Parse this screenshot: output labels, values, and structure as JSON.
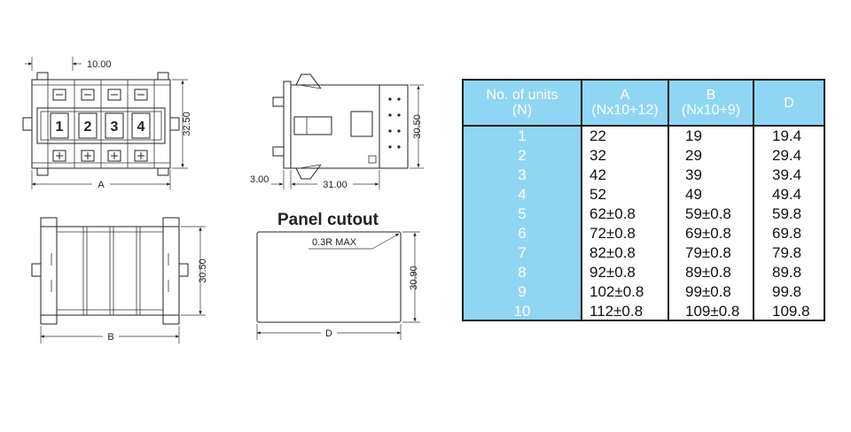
{
  "front_view": {
    "pitch_dim": "10.00",
    "height_dim": "32.50",
    "width_dim": "A",
    "buttons": [
      "1",
      "2",
      "3",
      "4"
    ],
    "minus_symbol": "⊟",
    "plus_symbol": "⊞"
  },
  "bottom_view": {
    "height_dim": "30.50",
    "width_dim": "B"
  },
  "side_view": {
    "height_dim": "30.50",
    "offset_dim": "3.00",
    "depth_dim": "31.00"
  },
  "panel_cutout": {
    "title": "Panel cutout",
    "radius_note": "0.3R MAX",
    "height_dim": "30.90",
    "width_dim": "D"
  },
  "table": {
    "headers": [
      {
        "line1": "No. of units",
        "line2": "(N)"
      },
      {
        "line1": "A",
        "line2": "(Nx10+12)"
      },
      {
        "line1": "B",
        "line2": "(Nx10+9)"
      },
      {
        "line1": "D",
        "line2": ""
      }
    ],
    "rows": [
      {
        "n": "1",
        "a": "22",
        "b": "19",
        "d": "19.4"
      },
      {
        "n": "2",
        "a": "32",
        "b": "29",
        "d": "29.4"
      },
      {
        "n": "3",
        "a": "42",
        "b": "39",
        "d": "39.4"
      },
      {
        "n": "4",
        "a": "52",
        "b": "49",
        "d": "49.4"
      },
      {
        "n": "5",
        "a": "62±0.8",
        "b": "59±0.8",
        "d": "59.8"
      },
      {
        "n": "6",
        "a": "72±0.8",
        "b": "69±0.8",
        "d": "69.8"
      },
      {
        "n": "7",
        "a": "82±0.8",
        "b": "79±0.8",
        "d": "79.8"
      },
      {
        "n": "8",
        "a": "92±0.8",
        "b": "89±0.8",
        "d": "89.8"
      },
      {
        "n": "9",
        "a": "102±0.8",
        "b": "99±0.8",
        "d": "99.8"
      },
      {
        "n": "10",
        "a": "112±0.8",
        "b": "109±0.8",
        "d": "109.8"
      }
    ]
  },
  "colors": {
    "table_fill": "#8fd6f5",
    "line": "#222222"
  }
}
